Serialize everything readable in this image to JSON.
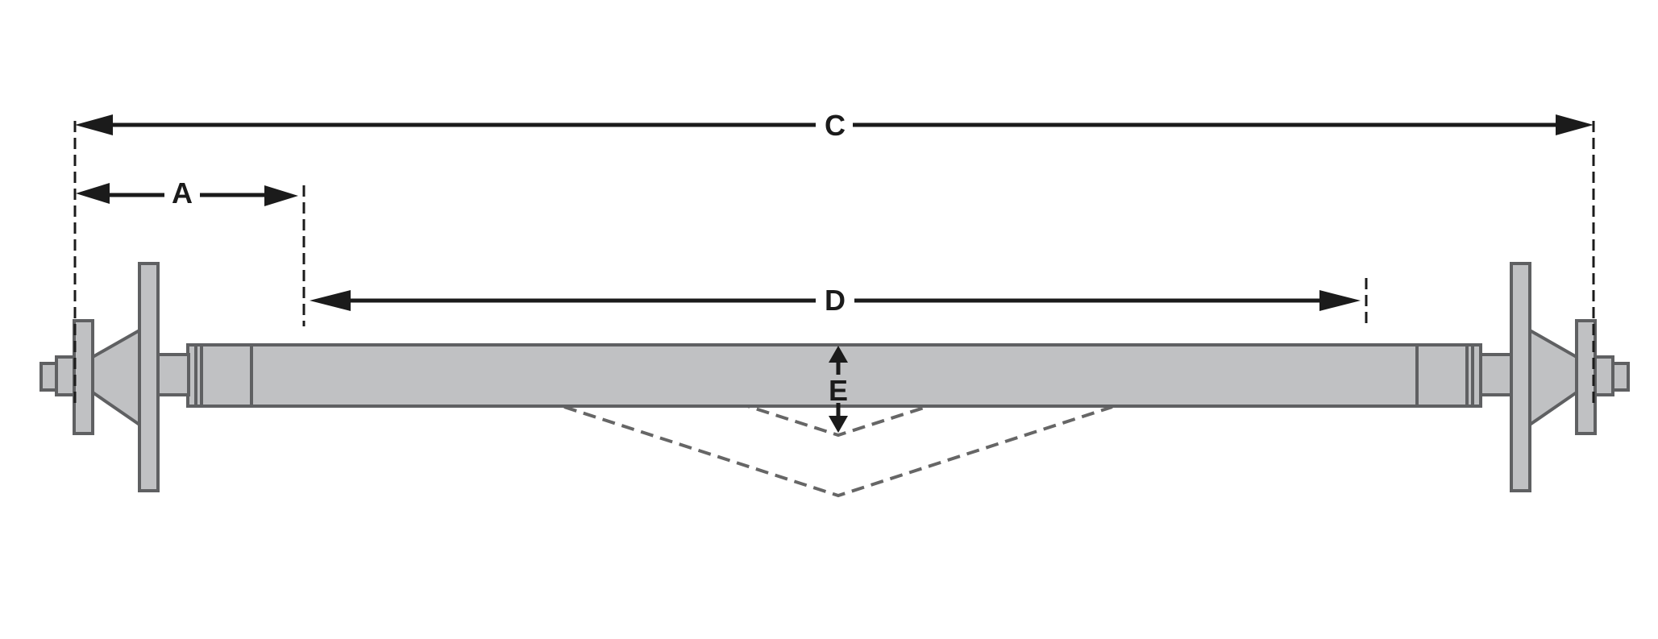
{
  "diagram": {
    "labels": {
      "overall_length": "C",
      "hub_offset": "A",
      "spring_centers": "D",
      "drop": "E"
    },
    "colors": {
      "part_fill": "#c0c1c3",
      "part_stroke": "#5f6062",
      "dimension": "#1b1b1b",
      "drop_outline": "#666666"
    }
  }
}
